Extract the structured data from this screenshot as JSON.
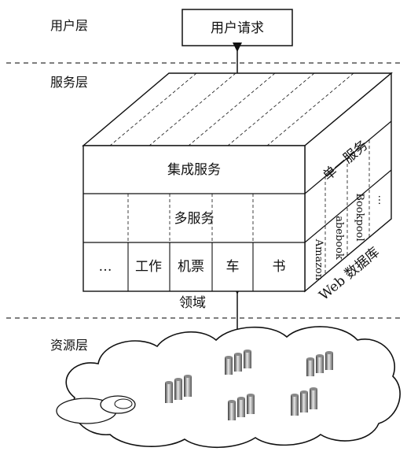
{
  "layers": {
    "user": "用户层",
    "service": "服务层",
    "resource": "资源层"
  },
  "user_request": "用户请求",
  "cube": {
    "front_top": "集成服务",
    "front_mid": "多服务",
    "domains": [
      "…",
      "工作",
      "机票",
      "车",
      "书"
    ],
    "side_top": "单一服务",
    "side_sources": [
      "Amazon",
      "abebook",
      "Bookpool",
      "…"
    ],
    "side_bottom": "Web 数据库"
  },
  "domain_label": "领域"
}
